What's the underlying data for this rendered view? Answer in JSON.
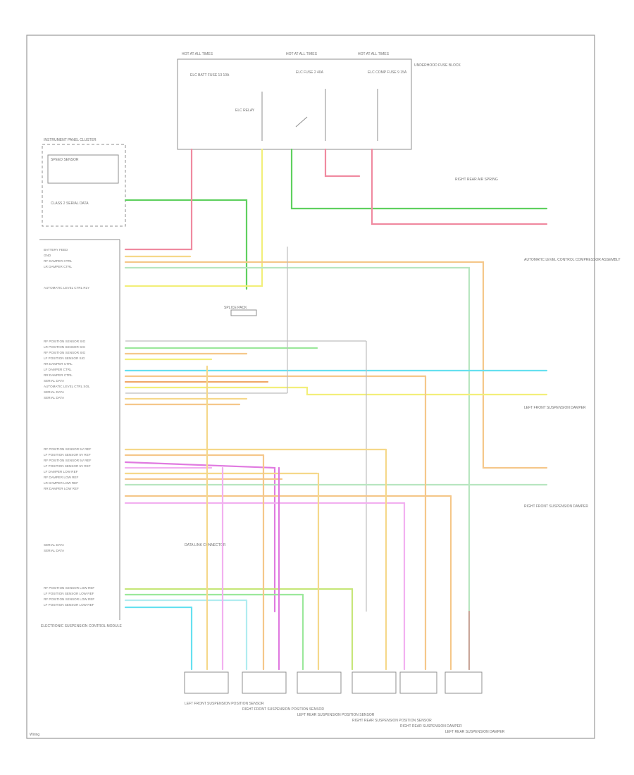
{
  "diagram": {
    "relay_box": {
      "title": "UNDERHOOD FUSE BLOCK",
      "hot_labels": [
        "HOT AT ALL TIMES",
        "HOT AT ALL TIMES",
        "HOT AT ALL TIMES"
      ],
      "fuse_labels": [
        "ELC BATT FUSE 13 10A",
        "ELC FUSE 2 40A",
        "ELC COMP FUSE 9 15A"
      ],
      "relay_label": "ELC RELAY"
    },
    "left_module": {
      "title": "INSTRUMENT PANEL CLUSTER",
      "inner": "SPEED SENSOR",
      "sub": "CLASS 2 SERIAL DATA"
    },
    "ecu_title": "ELECTRONIC SUSPENSION CONTROL MODULE",
    "ecu_pins_top": [
      "BATTERY FEED",
      "GND",
      "RF DAMPER CTRL",
      "LR DAMPER CTRL",
      "",
      "AUTOMATIC LEVEL CTRL RLY"
    ],
    "ecu_pins_mid": [
      "RF POSITION SENSOR SIG",
      "LR POSITION SENSOR SIG",
      "RF POSITION SENSOR SIG",
      "LF POSITION SENSOR SIG",
      "RR DAMPER CTRL",
      "LF DAMPER CTRL",
      "RR DAMPER CTRL",
      "SERIAL DATA",
      "AUTOMATIC LEVEL CTRL SOL",
      "SERIAL DATA",
      "SERIAL DATA"
    ],
    "ecu_pins_low": [
      "RF POSITION SENSOR 5V REF",
      "LF POSITION SENSOR 5V REF",
      "RF POSITION SENSOR 5V REF",
      "LF POSITION SENSOR 5V REF",
      "LF DAMPER LOW REF",
      "RF DAMPER LOW REF",
      "LR DAMPER LOW REF",
      "RR DAMPER LOW REF"
    ],
    "ecu_pins_serial": [
      "SERIAL DATA",
      "SERIAL DATA"
    ],
    "ecu_pins_bottom": [
      "RF POSITION SENSOR LOW REF",
      "LF POSITION SENSOR LOW REF",
      "RF POSITION SENSOR LOW REF",
      "LF POSITION SENSOR LOW REF"
    ],
    "splice_label": "SPLICE PACK",
    "right_labels": [
      "RIGHT REAR AIR SPRING",
      "AUTOMATIC LEVEL CONTROL COMPRESSOR ASSEMBLY",
      "LEFT FRONT SUSPENSION DAMPER",
      "RIGHT FRONT SUSPENSION DAMPER"
    ],
    "data_link": "DATA LINK CONNECTOR",
    "bottom_labels": [
      "LEFT FRONT SUSPENSION POSITION SENSOR",
      "RIGHT FRONT SUSPENSION POSITION SENSOR",
      "LEFT REAR SUSPENSION POSITION SENSOR",
      "RIGHT REAR SUSPENSION POSITION SENSOR",
      "RIGHT REAR SUSPENSION DAMPER",
      "LEFT REAR SUSPENSION DAMPER"
    ],
    "footer_id": "Wiring"
  }
}
